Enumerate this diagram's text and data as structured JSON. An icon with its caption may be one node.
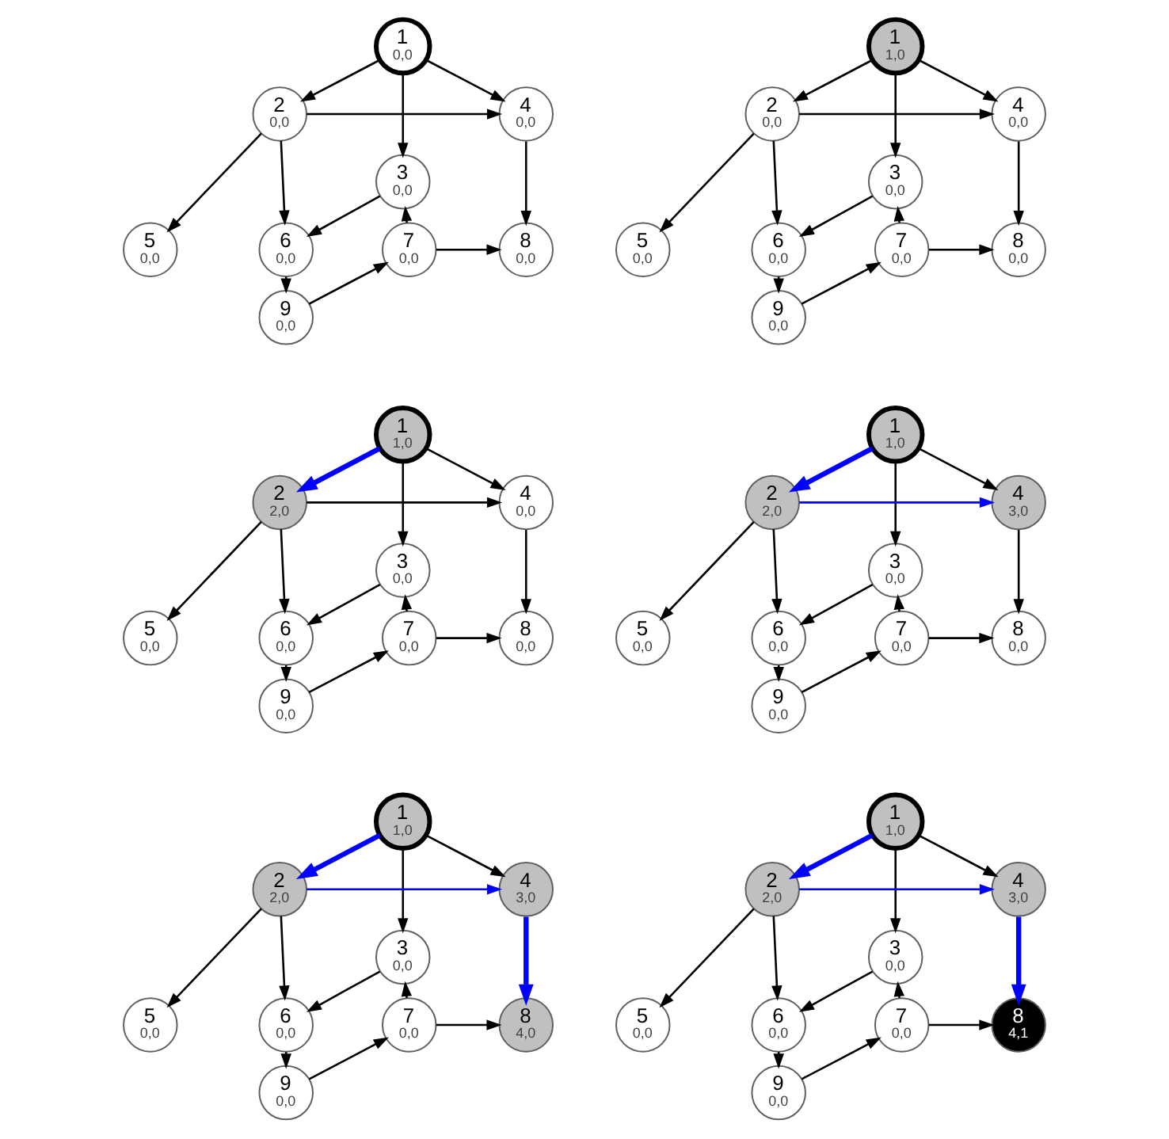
{
  "diagram": {
    "nodes": [
      {
        "text": [
          "1",
          "0,0"
        ]
      },
      {
        "text": [
          "2",
          "0,0"
        ]
      },
      {
        "text": [
          "3",
          "0,0"
        ]
      },
      {
        "text": [
          "4",
          "0,0"
        ]
      },
      {
        "text": [
          "5",
          "0,0"
        ]
      },
      {
        "text": [
          "6",
          "0,0"
        ]
      },
      {
        "text": [
          "7",
          "0,0"
        ]
      },
      {
        "text": [
          "8",
          "0,0"
        ]
      },
      {
        "text": [
          "9",
          "0,0"
        ]
      },
      {
        "text": [
          "1",
          "1,0"
        ]
      },
      {
        "text": [
          "2",
          "0,0"
        ]
      },
      {
        "text": [
          "3",
          "0,0"
        ]
      },
      {
        "text": [
          "4",
          "0,0"
        ]
      },
      {
        "text": [
          "5",
          "0,0"
        ]
      },
      {
        "text": [
          "6",
          "0,0"
        ]
      },
      {
        "text": [
          "7",
          "0,0"
        ]
      },
      {
        "text": [
          "8",
          "0,0"
        ]
      },
      {
        "text": [
          "9",
          "0,0"
        ]
      },
      {
        "text": [
          "1",
          "1,0"
        ]
      },
      {
        "text": [
          "2",
          "2,0"
        ]
      },
      {
        "text": [
          "3",
          "0,0"
        ]
      },
      {
        "text": [
          "4",
          "0,0"
        ]
      },
      {
        "text": [
          "5",
          "0,0"
        ]
      },
      {
        "text": [
          "6",
          "0,0"
        ]
      },
      {
        "text": [
          "7",
          "0,0"
        ]
      },
      {
        "text": [
          "8",
          "0,0"
        ]
      },
      {
        "text": [
          "9",
          "0,0"
        ]
      },
      {
        "text": [
          "1",
          "1,0"
        ]
      },
      {
        "text": [
          "2",
          "2,0"
        ]
      },
      {
        "text": [
          "3",
          "0,0"
        ]
      },
      {
        "text": [
          "4",
          "3,0"
        ]
      },
      {
        "text": [
          "5",
          "0,0"
        ]
      },
      {
        "text": [
          "6",
          "0,0"
        ]
      },
      {
        "text": [
          "7",
          "0,0"
        ]
      },
      {
        "text": [
          "8",
          "0,0"
        ]
      },
      {
        "text": [
          "9",
          "0,0"
        ]
      },
      {
        "text": [
          "1",
          "1,0"
        ]
      },
      {
        "text": [
          "2",
          "2,0"
        ]
      },
      {
        "text": [
          "3",
          "0,0"
        ]
      },
      {
        "text": [
          "4",
          "3,0"
        ]
      },
      {
        "text": [
          "5",
          "0,0"
        ]
      },
      {
        "text": [
          "6",
          "0,0"
        ]
      },
      {
        "text": [
          "7",
          "0,0"
        ]
      },
      {
        "text": [
          "8",
          "4,0"
        ]
      },
      {
        "text": [
          "9",
          "0,0"
        ]
      },
      {
        "text": [
          "1",
          "1,0"
        ]
      },
      {
        "text": [
          "2",
          "2,0"
        ]
      },
      {
        "text": [
          "3",
          "0,0"
        ]
      },
      {
        "text": [
          "4",
          "3,0"
        ]
      },
      {
        "text": [
          "5",
          "0,0"
        ]
      },
      {
        "text": [
          "6",
          "0,0"
        ]
      },
      {
        "text": [
          "7",
          "0,0"
        ]
      },
      {
        "text": [
          "8",
          "4,1"
        ]
      },
      {
        "text": [
          "9",
          "0,0"
        ]
      }
    ],
    "edges": [
      {
        "from": 0,
        "to": 1,
        "arrow": "to"
      },
      {
        "from": 0,
        "to": 2,
        "arrow": "to"
      },
      {
        "from": 0,
        "to": 3,
        "arrow": "to"
      },
      {
        "from": 1,
        "to": 3,
        "arrow": "to"
      },
      {
        "from": 1,
        "to": 4,
        "arrow": "to"
      },
      {
        "from": 1,
        "to": 5,
        "arrow": "to"
      },
      {
        "from": 2,
        "to": 5,
        "arrow": "to"
      },
      {
        "from": 3,
        "to": 7,
        "arrow": "to"
      },
      {
        "from": 5,
        "to": 8,
        "arrow": "to"
      },
      {
        "from": 8,
        "to": 6,
        "arrow": "to"
      },
      {
        "from": 6,
        "to": 2,
        "arrow": "to"
      },
      {
        "from": 6,
        "to": 7,
        "arrow": "to"
      },
      {
        "from": 9,
        "to": 10,
        "arrow": "to"
      },
      {
        "from": 9,
        "to": 11,
        "arrow": "to"
      },
      {
        "from": 9,
        "to": 12,
        "arrow": "to"
      },
      {
        "from": 10,
        "to": 12,
        "arrow": "to"
      },
      {
        "from": 10,
        "to": 13,
        "arrow": "to"
      },
      {
        "from": 10,
        "to": 14,
        "arrow": "to"
      },
      {
        "from": 11,
        "to": 14,
        "arrow": "to"
      },
      {
        "from": 12,
        "to": 16,
        "arrow": "to"
      },
      {
        "from": 14,
        "to": 17,
        "arrow": "to"
      },
      {
        "from": 17,
        "to": 15,
        "arrow": "to"
      },
      {
        "from": 15,
        "to": 11,
        "arrow": "to"
      },
      {
        "from": 15,
        "to": 16,
        "arrow": "to"
      },
      {
        "from": 18,
        "to": 19,
        "arrow": "to",
        "style": "thick",
        "color": "#0000ff"
      },
      {
        "from": 18,
        "to": 20,
        "arrow": "to"
      },
      {
        "from": 18,
        "to": 21,
        "arrow": "to"
      },
      {
        "from": 19,
        "to": 21,
        "arrow": "to"
      },
      {
        "from": 19,
        "to": 22,
        "arrow": "to"
      },
      {
        "from": 19,
        "to": 23,
        "arrow": "to"
      },
      {
        "from": 20,
        "to": 23,
        "arrow": "to"
      },
      {
        "from": 21,
        "to": 25,
        "arrow": "to"
      },
      {
        "from": 23,
        "to": 26,
        "arrow": "to"
      },
      {
        "from": 26,
        "to": 24,
        "arrow": "to"
      },
      {
        "from": 24,
        "to": 20,
        "arrow": "to"
      },
      {
        "from": 24,
        "to": 25,
        "arrow": "to"
      },
      {
        "from": 27,
        "to": 28,
        "arrow": "to",
        "style": "thick",
        "color": "#0000ff"
      },
      {
        "from": 27,
        "to": 29,
        "arrow": "to"
      },
      {
        "from": 27,
        "to": 30,
        "arrow": "to"
      },
      {
        "from": 28,
        "to": 30,
        "arrow": "to",
        "color": "#0000ff"
      },
      {
        "from": 28,
        "to": 31,
        "arrow": "to"
      },
      {
        "from": 28,
        "to": 32,
        "arrow": "to"
      },
      {
        "from": 29,
        "to": 32,
        "arrow": "to"
      },
      {
        "from": 30,
        "to": 34,
        "arrow": "to"
      },
      {
        "from": 32,
        "to": 35,
        "arrow": "to"
      },
      {
        "from": 35,
        "to": 33,
        "arrow": "to"
      },
      {
        "from": 33,
        "to": 29,
        "arrow": "to"
      },
      {
        "from": 33,
        "to": 34,
        "arrow": "to"
      },
      {
        "from": 36,
        "to": 37,
        "arrow": "to",
        "style": "thick",
        "color": "#0000ff"
      },
      {
        "from": 36,
        "to": 38,
        "arrow": "to"
      },
      {
        "from": 36,
        "to": 39,
        "arrow": "to"
      },
      {
        "from": 37,
        "to": 39,
        "arrow": "to",
        "color": "#0000ff"
      },
      {
        "from": 37,
        "to": 40,
        "arrow": "to"
      },
      {
        "from": 37,
        "to": 41,
        "arrow": "to"
      },
      {
        "from": 38,
        "to": 41,
        "arrow": "to"
      },
      {
        "from": 39,
        "to": 43,
        "arrow": "to",
        "style": "thick",
        "color": "#0000ff"
      },
      {
        "from": 41,
        "to": 44,
        "arrow": "to"
      },
      {
        "from": 44,
        "to": 42,
        "arrow": "to"
      },
      {
        "from": 42,
        "to": 38,
        "arrow": "to"
      },
      {
        "from": 42,
        "to": 43,
        "arrow": "to"
      },
      {
        "from": 45,
        "to": 46,
        "arrow": "to",
        "style": "thick",
        "color": "#0000ff"
      },
      {
        "from": 45,
        "to": 47,
        "arrow": "to"
      },
      {
        "from": 45,
        "to": 48,
        "arrow": "to"
      },
      {
        "from": 46,
        "to": 48,
        "arrow": "to",
        "color": "#0000ff"
      },
      {
        "from": 46,
        "to": 49,
        "arrow": "to"
      },
      {
        "from": 46,
        "to": 50,
        "arrow": "to"
      },
      {
        "from": 47,
        "to": 50,
        "arrow": "to"
      },
      {
        "from": 48,
        "to": 52,
        "arrow": "to",
        "style": "thick",
        "color": "#0000ff"
      },
      {
        "from": 50,
        "to": 53,
        "arrow": "to"
      },
      {
        "from": 53,
        "to": 51,
        "arrow": "to"
      },
      {
        "from": 51,
        "to": 47,
        "arrow": "to"
      },
      {
        "from": 51,
        "to": 52,
        "arrow": "to"
      }
    ]
  }
}
